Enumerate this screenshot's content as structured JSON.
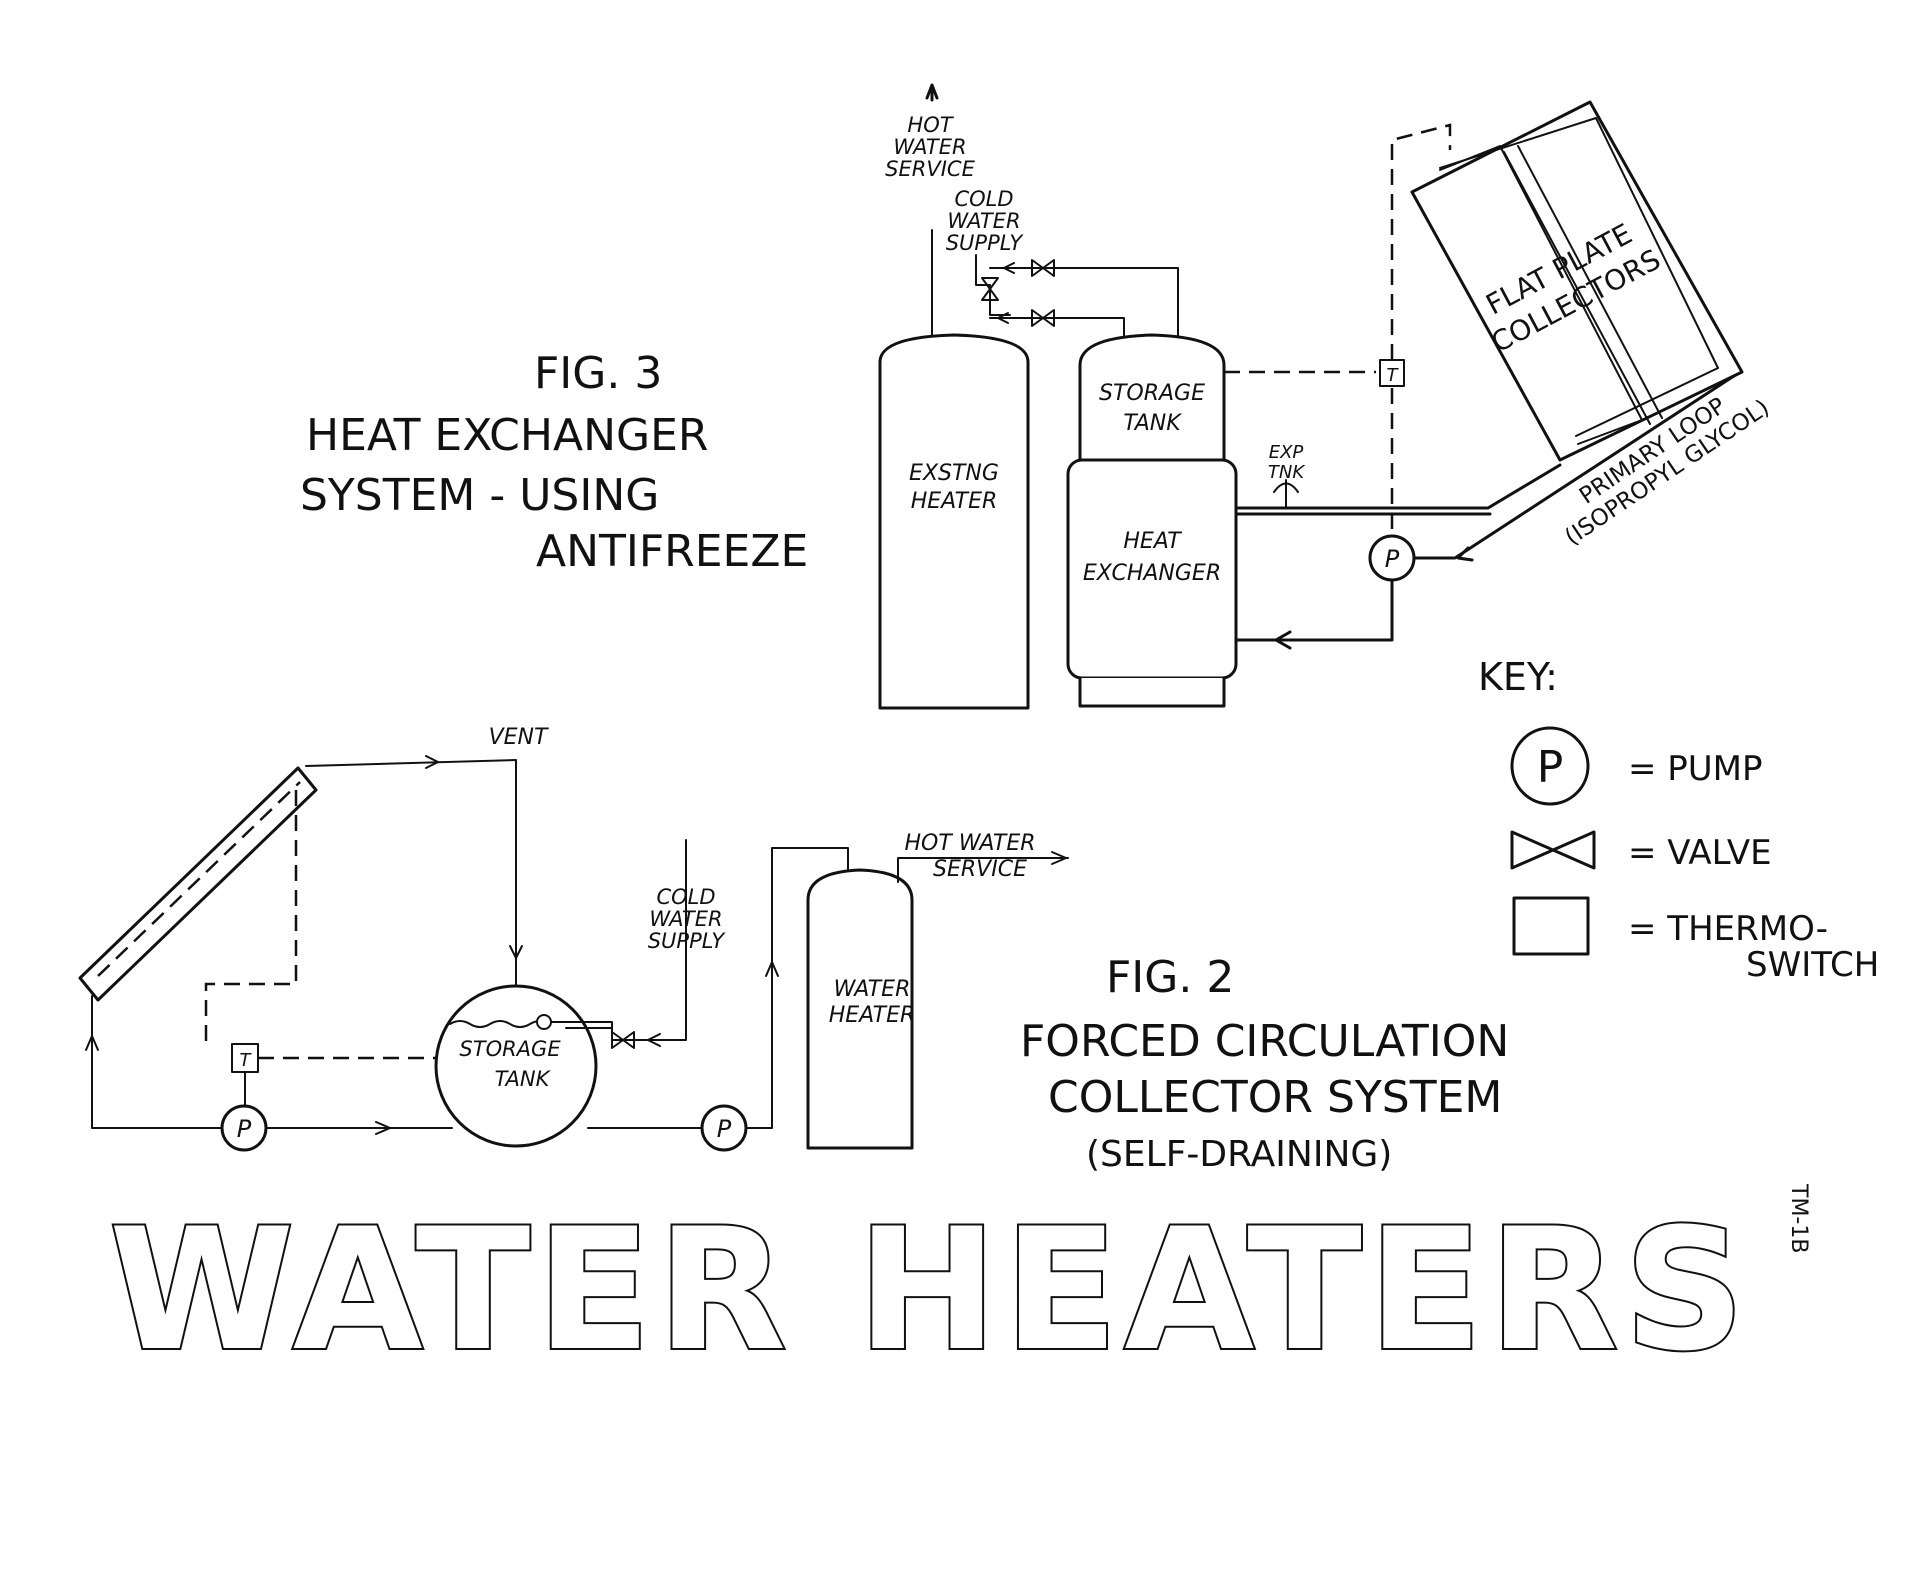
{
  "page_title": "WATER HEATERS",
  "page_code": "TM-1B",
  "fig3": {
    "number": "FIG. 3",
    "title_line1": "HEAT EXCHANGER",
    "title_line2": "SYSTEM - USING",
    "title_line3": "ANTIFREEZE",
    "hot_water_service": [
      "HOT",
      "WATER",
      "SERVICE"
    ],
    "cold_water_supply": [
      "COLD",
      "WATER",
      "SUPPLY"
    ],
    "existing_heater": [
      "EXSTNG",
      "HEATER"
    ],
    "storage_tank": [
      "STORAGE",
      "TANK"
    ],
    "heat_exchanger": [
      "HEAT",
      "EXCHANGER"
    ],
    "exp_tank": [
      "EXP",
      "TNK"
    ],
    "collectors": [
      "FLAT PLATE",
      "COLLECTORS"
    ],
    "primary_loop": [
      "PRIMARY LOOP",
      "(ISOPROPYL GLYCOL)"
    ],
    "thermoswitch_letter": "T",
    "pump_letter": "P"
  },
  "fig2": {
    "number": "FIG. 2",
    "title_line1": "FORCED CIRCULATION",
    "title_line2": "COLLECTOR SYSTEM",
    "title_line3": "(SELF-DRAINING)",
    "vent": "VENT",
    "cold_water_supply": [
      "COLD",
      "WATER",
      "SUPPLY"
    ],
    "hot_water_service": [
      "HOT WATER",
      "SERVICE"
    ],
    "storage_tank": [
      "STORAGE",
      "TANK"
    ],
    "water_heater": [
      "WATER",
      "HEATER"
    ],
    "thermoswitch_letter": "T",
    "pump_letter": "P"
  },
  "key": {
    "heading": "KEY:",
    "pump_symbol": "P",
    "pump": "= PUMP",
    "valve": "= VALVE",
    "thermoswitch_line1": "= THERMO-",
    "thermoswitch_line2": "SWITCH"
  }
}
